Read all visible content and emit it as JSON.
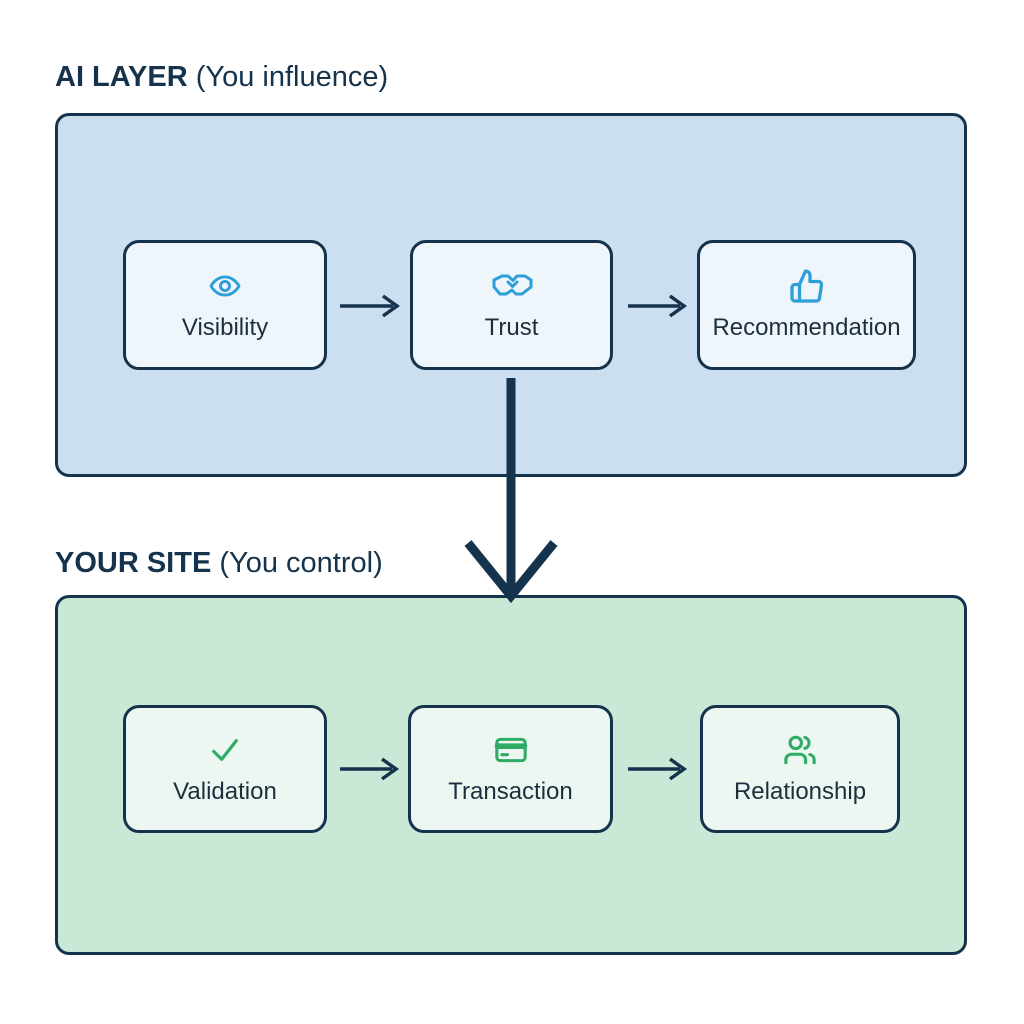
{
  "colors": {
    "navy": "#16334d",
    "text_dark": "#1d2f3f",
    "blue_icon": "#2e9fd9",
    "green_icon": "#2fab66",
    "blue_panel_bg": "#cbdff0",
    "green_panel_bg": "#c9e8d6",
    "card_bg_blue": "#eff6fb",
    "card_bg_green": "#edf7f1"
  },
  "sections": [
    {
      "id": "ai-layer",
      "title_bold": "AI LAYER",
      "title_rest": "(You influence)",
      "nodes": [
        {
          "label": "Visibility",
          "icon": "eye-icon"
        },
        {
          "label": "Trust",
          "icon": "handshake-icon"
        },
        {
          "label": "Recommendation",
          "icon": "thumbs-up-icon"
        }
      ]
    },
    {
      "id": "your-site",
      "title_bold": "YOUR SITE",
      "title_rest": "(You control)",
      "nodes": [
        {
          "label": "Validation",
          "icon": "check-icon"
        },
        {
          "label": "Transaction",
          "icon": "credit-card-icon"
        },
        {
          "label": "Relationship",
          "icon": "users-icon"
        }
      ]
    }
  ],
  "connections": [
    {
      "from": "Visibility",
      "to": "Trust"
    },
    {
      "from": "Trust",
      "to": "Recommendation"
    },
    {
      "from": "Trust",
      "to": "YOUR SITE panel"
    },
    {
      "from": "Validation",
      "to": "Transaction"
    },
    {
      "from": "Transaction",
      "to": "Relationship"
    }
  ]
}
